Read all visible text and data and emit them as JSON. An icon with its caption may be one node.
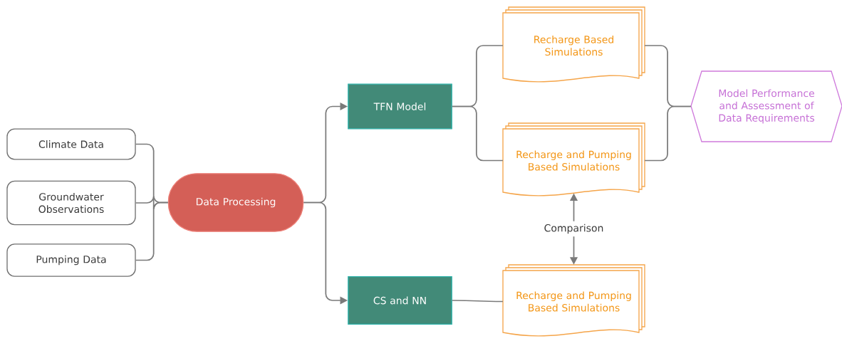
{
  "diagram": {
    "nodes": [
      {
        "text": [
          "Climate Data"
        ]
      },
      {
        "text": [
          "Groundwater Observations"
        ]
      },
      {
        "text": [
          "Pumping Data"
        ]
      },
      {
        "text": [
          "Data  Processing"
        ]
      },
      {
        "text": [
          "TFN  Model"
        ]
      },
      {
        "text": [
          "CS and NN"
        ]
      },
      {
        "text": [
          "Recharge Based Simulations"
        ]
      },
      {
        "text": [
          "Recharge and Pumping Based Simulations"
        ]
      },
      {
        "text": [
          "Recharge and Pumping Based Simulations"
        ]
      },
      {
        "text": [
          "Model Performance and Assessment of Data Requirements"
        ]
      }
    ],
    "edges": [
      {
        "from": 0,
        "to": 3,
        "arrow": "none"
      },
      {
        "from": 1,
        "to": 3,
        "arrow": "none"
      },
      {
        "from": 2,
        "to": 3,
        "arrow": "none"
      },
      {
        "from": 3,
        "to": 4,
        "arrow": "to"
      },
      {
        "from": 3,
        "to": 5,
        "arrow": "to"
      },
      {
        "from": 4,
        "to": 6,
        "arrow": "none"
      },
      {
        "from": 4,
        "to": 7,
        "arrow": "none"
      },
      {
        "from": 5,
        "to": 8,
        "arrow": "none"
      },
      {
        "from": 6,
        "to": 9,
        "arrow": "none"
      },
      {
        "from": 7,
        "to": 9,
        "arrow": "none"
      },
      {
        "from": 8,
        "to": 7,
        "arrow": "both",
        "label": "Comparison"
      }
    ]
  }
}
